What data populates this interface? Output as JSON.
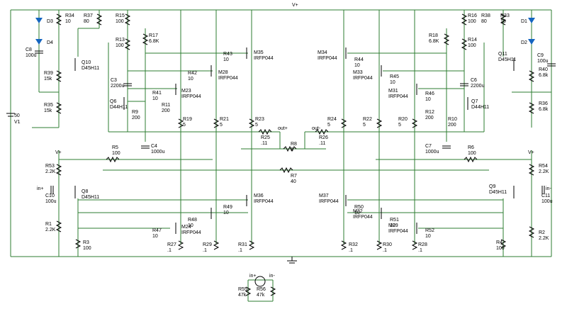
{
  "power_rails": {
    "vplus": "V+",
    "ground": "⏚"
  },
  "supply": {
    "name": "V1",
    "value": "50"
  },
  "io": {
    "in_plus": "in+",
    "in_minus": "in-",
    "out_plus": "out+",
    "out_minus": "out-"
  },
  "components": [
    {
      "id": "R34",
      "value": "10"
    },
    {
      "id": "R37",
      "value": "80"
    },
    {
      "id": "R15",
      "value": "100"
    },
    {
      "id": "R13",
      "value": "100"
    },
    {
      "id": "R17",
      "value": "6.8K"
    },
    {
      "id": "C8",
      "value": "100u"
    },
    {
      "id": "Q10",
      "value": "D45H11"
    },
    {
      "id": "R39",
      "value": "15k"
    },
    {
      "id": "R35",
      "value": "15k"
    },
    {
      "id": "C3",
      "value": "2200u"
    },
    {
      "id": "R43",
      "value": "10"
    },
    {
      "id": "M35",
      "value": "IRFP044"
    },
    {
      "id": "R42",
      "value": "10"
    },
    {
      "id": "M28",
      "value": "IRFP044"
    },
    {
      "id": "R41",
      "value": "10"
    },
    {
      "id": "M23",
      "value": "IRFP044"
    },
    {
      "id": "Q6",
      "value": "D44H11"
    },
    {
      "id": "R9",
      "value": "200"
    },
    {
      "id": "R11",
      "value": "200"
    },
    {
      "id": "R19",
      "value": "5"
    },
    {
      "id": "R21",
      "value": "5"
    },
    {
      "id": "R23",
      "value": "5"
    },
    {
      "id": "R25",
      "value": ".11"
    },
    {
      "id": "C4",
      "value": "1000u"
    },
    {
      "id": "R5",
      "value": "100"
    },
    {
      "id": "R8",
      "value": "8"
    },
    {
      "id": "R7",
      "value": "40"
    },
    {
      "id": "R26",
      "value": ".11"
    },
    {
      "id": "R24",
      "value": "5"
    },
    {
      "id": "R22",
      "value": "5"
    },
    {
      "id": "R20",
      "value": "5"
    },
    {
      "id": "R38",
      "value": "80"
    },
    {
      "id": "R33",
      "value": "10"
    },
    {
      "id": "R16",
      "value": "100"
    },
    {
      "id": "R14",
      "value": "100"
    },
    {
      "id": "R18",
      "value": "6.8K"
    },
    {
      "id": "Q11",
      "value": "D45H11"
    },
    {
      "id": "R40",
      "value": "6.8k"
    },
    {
      "id": "C9",
      "value": "100u"
    },
    {
      "id": "R36",
      "value": "6.8k"
    },
    {
      "id": "M34",
      "value": "IRFP044"
    },
    {
      "id": "R44",
      "value": "10"
    },
    {
      "id": "M33",
      "value": "IRFP044"
    },
    {
      "id": "R45",
      "value": "10"
    },
    {
      "id": "M31",
      "value": "IRFP044"
    },
    {
      "id": "R46",
      "value": "10"
    },
    {
      "id": "C6",
      "value": "2200u"
    },
    {
      "id": "Q7",
      "value": "D44H11"
    },
    {
      "id": "R12",
      "value": "200"
    },
    {
      "id": "R10",
      "value": "200"
    },
    {
      "id": "C7",
      "value": "1000u"
    },
    {
      "id": "R6",
      "value": "100"
    },
    {
      "id": "R53",
      "value": "2.2K"
    },
    {
      "id": "Q8",
      "value": "D45H11"
    },
    {
      "id": "C10",
      "value": "100u"
    },
    {
      "id": "R1",
      "value": "2.2K"
    },
    {
      "id": "R3",
      "value": "100"
    },
    {
      "id": "R47",
      "value": "10"
    },
    {
      "id": "M24",
      "value": "IRFP044"
    },
    {
      "id": "R48",
      "value": "10"
    },
    {
      "id": "R49",
      "value": "10"
    },
    {
      "id": "M36",
      "value": "IRFP044"
    },
    {
      "id": "R27",
      "value": ".1"
    },
    {
      "id": "R29",
      "value": ".1"
    },
    {
      "id": "R31",
      "value": ".1"
    },
    {
      "id": "M37",
      "value": "IRFP044"
    },
    {
      "id": "R50",
      "value": "10"
    },
    {
      "id": "M32",
      "value": "IRFP044"
    },
    {
      "id": "R51",
      "value": "10"
    },
    {
      "id": "M29",
      "value": "IRFP044"
    },
    {
      "id": "R52",
      "value": "10"
    },
    {
      "id": "R32",
      "value": ".1"
    },
    {
      "id": "R30",
      "value": ".1"
    },
    {
      "id": "R28",
      "value": ".1"
    },
    {
      "id": "R54",
      "value": "2.2K"
    },
    {
      "id": "Q9",
      "value": "D45H11"
    },
    {
      "id": "C11",
      "value": "100u"
    },
    {
      "id": "R2",
      "value": "2.2K"
    },
    {
      "id": "R4",
      "value": "100"
    },
    {
      "id": "R55",
      "value": "47k"
    },
    {
      "id": "R56",
      "value": "47k"
    },
    {
      "id": "D1",
      "value": ""
    },
    {
      "id": "D2",
      "value": ""
    },
    {
      "id": "D3",
      "value": ""
    },
    {
      "id": "D4",
      "value": ""
    }
  ]
}
